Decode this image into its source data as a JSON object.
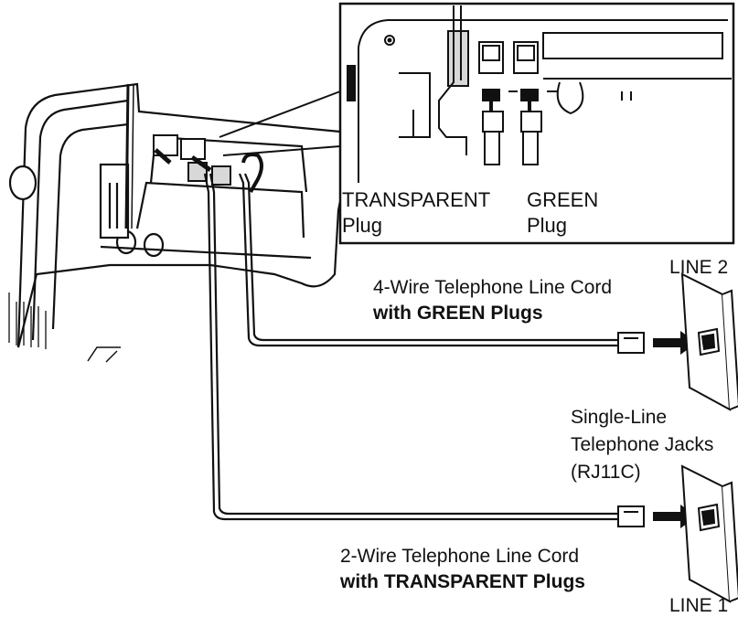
{
  "inset": {
    "transparent_plug": [
      "TRANSPARENT",
      "Plug"
    ],
    "green_plug": [
      "GREEN",
      "Plug"
    ]
  },
  "cords": {
    "four_wire": {
      "line1": "4-Wire Telephone Line Cord",
      "line2": "with GREEN Plugs"
    },
    "two_wire": {
      "line1": "2-Wire Telephone Line Cord",
      "line2": "with TRANSPARENT Plugs"
    }
  },
  "jacks": {
    "line2": "LINE 2",
    "line1": "LINE 1",
    "caption": [
      "Single-Line",
      "Telephone Jacks",
      "(RJ11C)"
    ]
  },
  "colors": {
    "ink": "#111111",
    "paper": "#ffffff",
    "shade": "#d8d8d8"
  }
}
